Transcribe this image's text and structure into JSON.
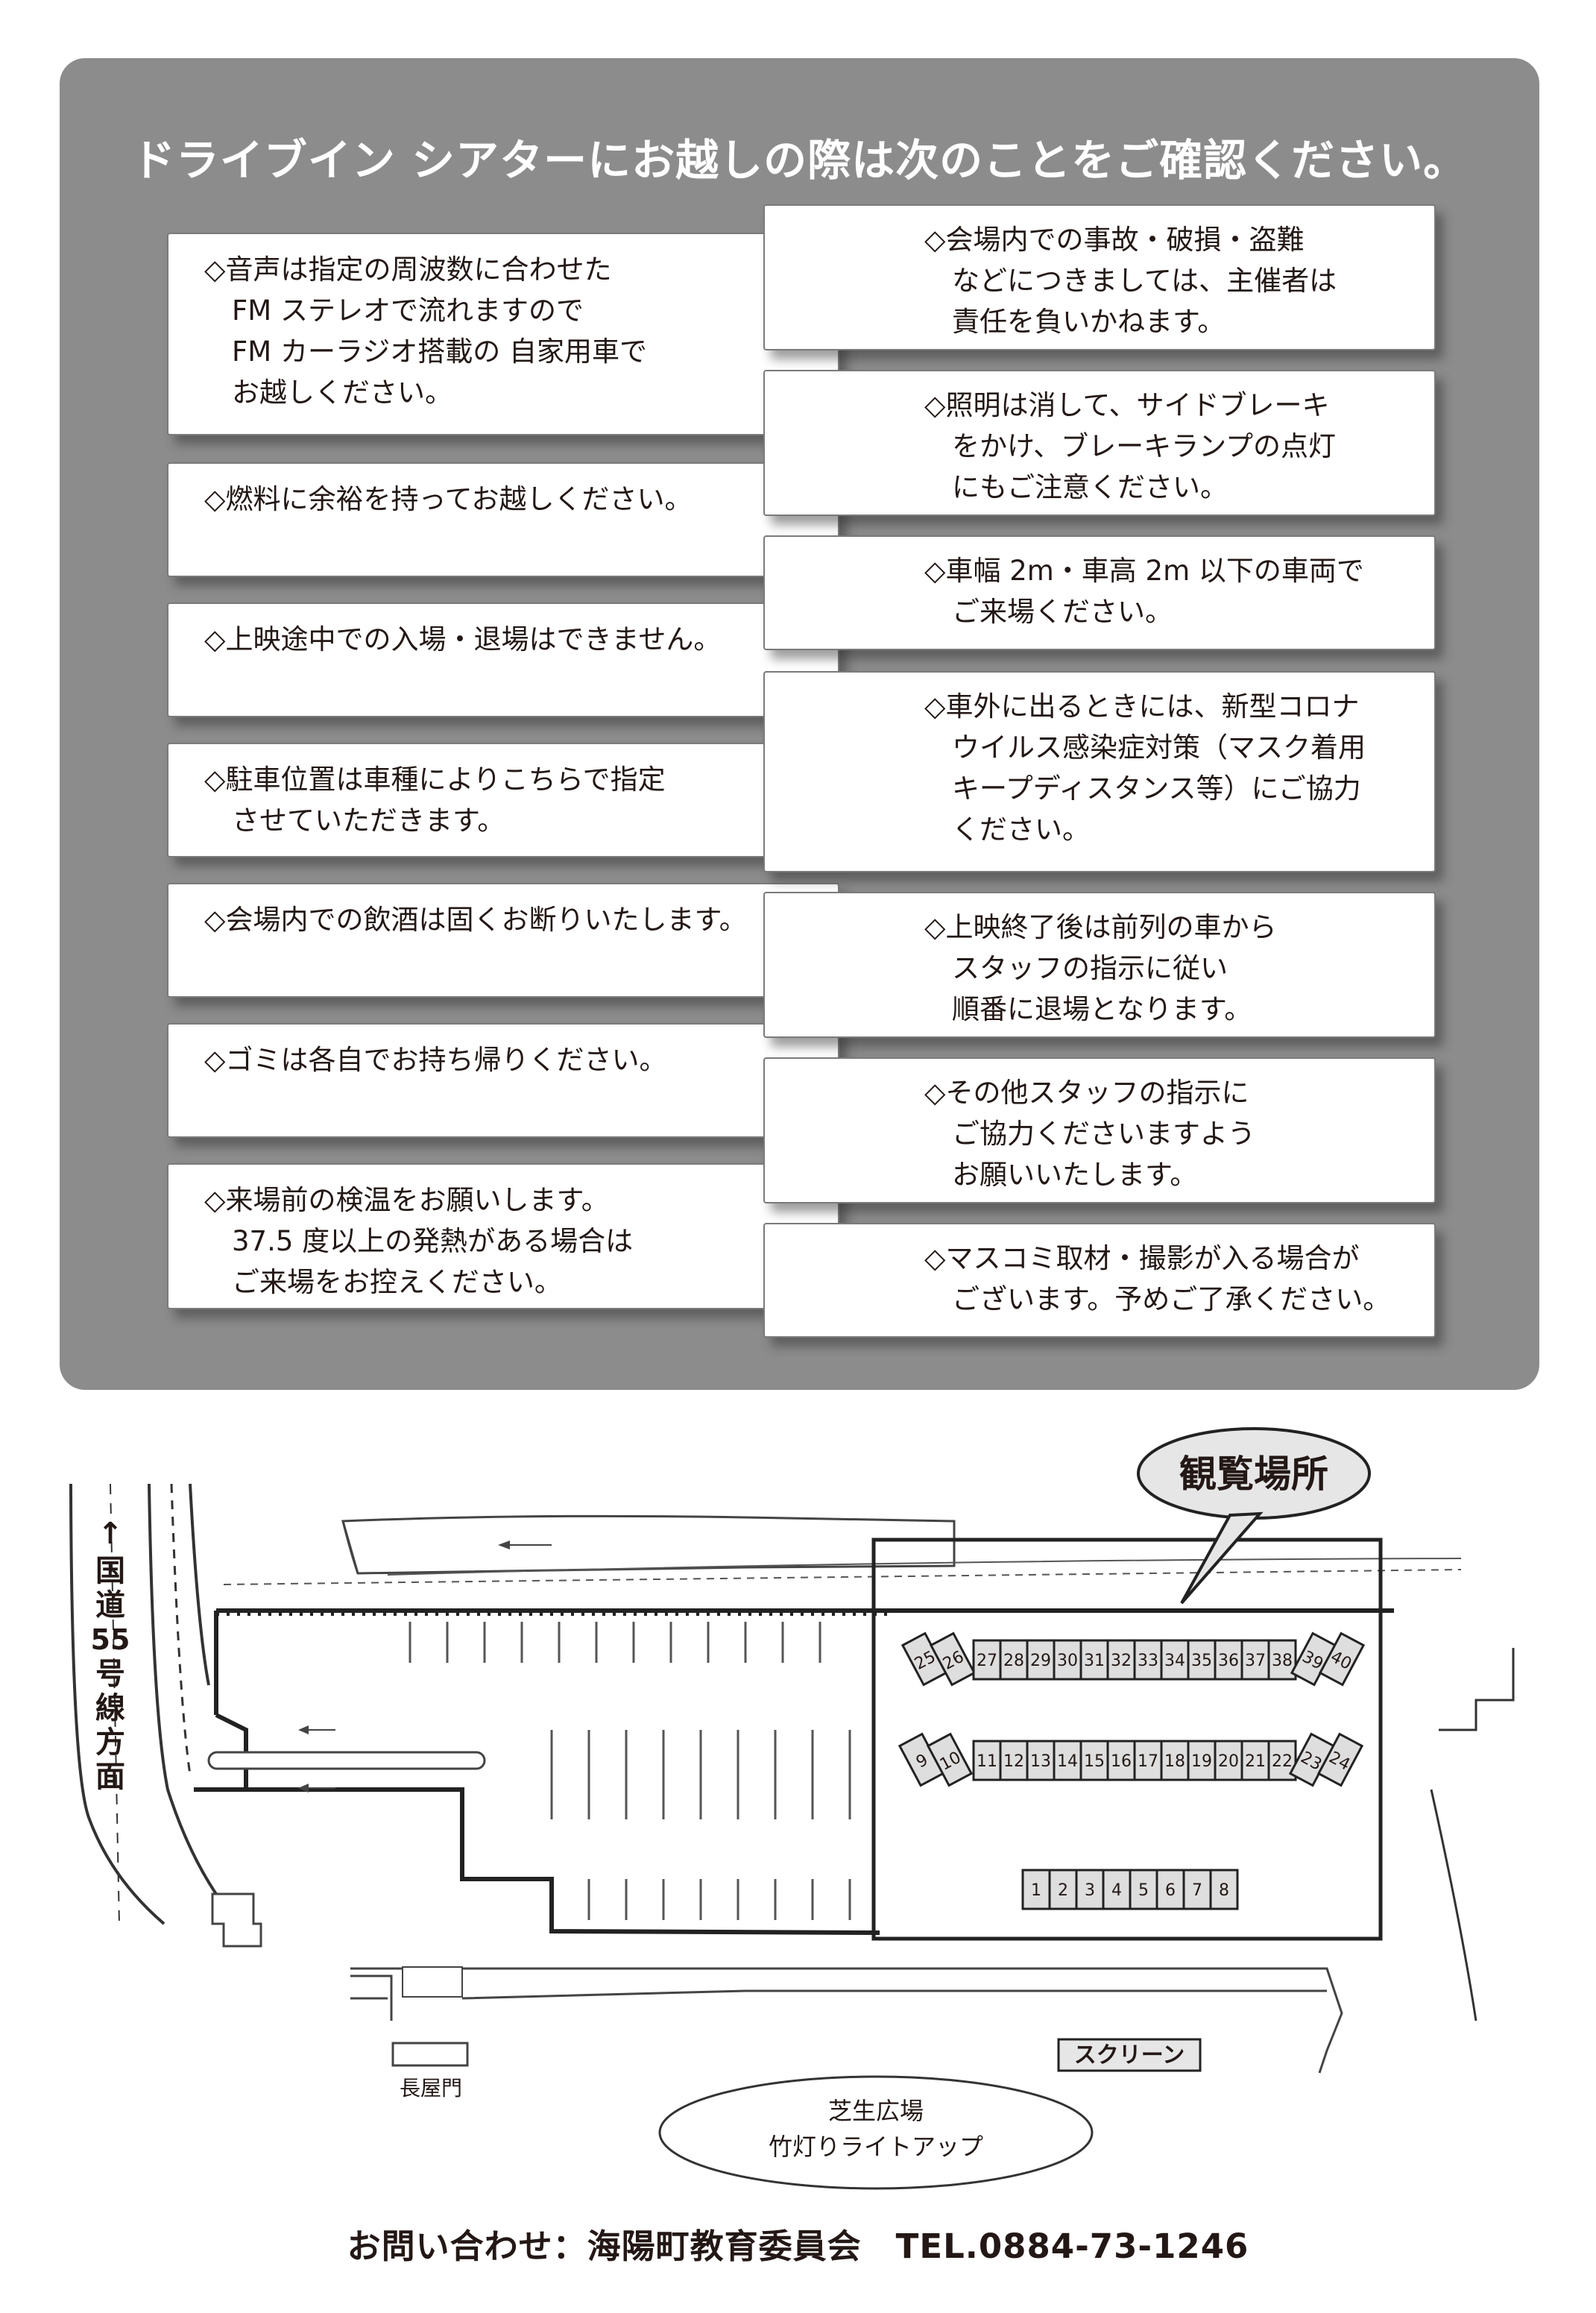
{
  "panel": {
    "title": "ドライブイン シアターにお越しの際は次のことをご確認ください。",
    "background_color": "#8c8c8c",
    "left_notes": [
      "◇音声は指定の周波数に合わせた\n　FM ステレオで流れますので\n　FM カーラジオ搭載の 自家用車で\n　お越しください。",
      "◇燃料に余裕を持ってお越しください。",
      "◇上映途中での入場・退場はできません。",
      "◇駐車位置は車種によりこちらで指定\n　させていただきます。",
      "◇会場内での飲酒は固くお断りいたします。",
      "◇ゴミは各自でお持ち帰りください。",
      "◇来場前の検温をお願いします。\n　37.5 度以上の発熱がある場合は\n　ご来場をお控えください。"
    ],
    "right_notes": [
      "◇会場内での事故・破損・盗難\n　などにつきましては、主催者は\n　責任を負いかねます。",
      "◇照明は消して、サイドブレーキ\n　をかけ、ブレーキランプの点灯\n　にもご注意ください。",
      "◇車幅 2m・車高 2m 以下の車両で\n　ご来場ください。",
      "◇車外に出るときには、新型コロナ\n　ウイルス感染症対策（マスク着用\n　キープディスタンス等）にご協力\n　ください。",
      "◇上映終了後は前列の車から\n　スタッフの指示に従い\n　順番に退場となります。",
      "◇その他スタッフの指示に\n　ご協力くださいますよう\n　お願いいたします。",
      "◇マスコミ取材・撮影が入る場合が\n　ございます。予めご了承ください。"
    ]
  },
  "map": {
    "viewing_area_label": "観覧場所",
    "road_label_chars": [
      "↑",
      "国",
      "道",
      "55",
      "号",
      "線",
      "方",
      "面"
    ],
    "screen_label": "スクリーン",
    "gate_label": "長屋門",
    "lawn_label_line1": "芝生広場",
    "lawn_label_line2": "竹灯りライトアップ",
    "row_back": [
      "25",
      "26",
      "27",
      "28",
      "29",
      "30",
      "31",
      "32",
      "33",
      "34",
      "35",
      "36",
      "37",
      "38",
      "39",
      "40"
    ],
    "row_middle": [
      "9",
      "10",
      "11",
      "12",
      "13",
      "14",
      "15",
      "16",
      "17",
      "18",
      "19",
      "20",
      "21",
      "22",
      "23",
      "24"
    ],
    "row_front": [
      "1",
      "2",
      "3",
      "4",
      "5",
      "6",
      "7",
      "8"
    ]
  },
  "footer": {
    "contact": "お問い合わせ：海陽町教育委員会　TEL.0884-73-1246"
  }
}
